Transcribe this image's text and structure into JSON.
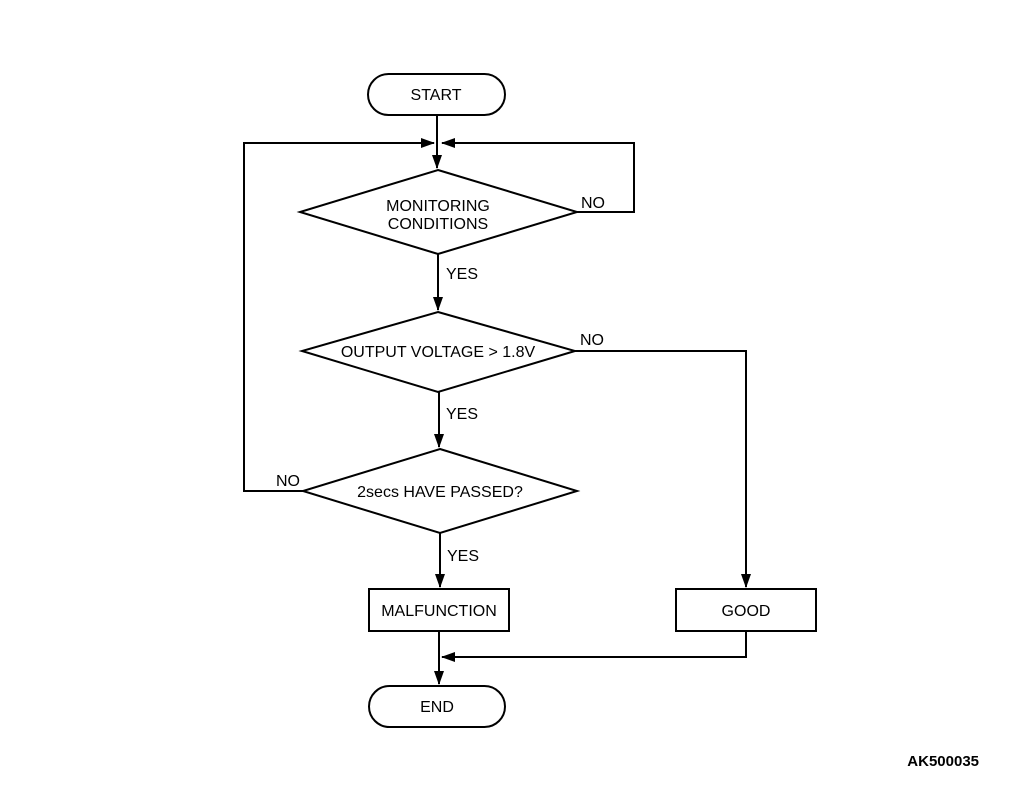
{
  "figure_code": "AK500035",
  "colors": {
    "stroke": "#000000",
    "background": "#ffffff"
  },
  "flowchart": {
    "start": {
      "label": "START"
    },
    "decision_monitoring": {
      "line1": "MONITORING",
      "line2": "CONDITIONS",
      "yes_label": "YES",
      "no_label": "NO"
    },
    "decision_voltage": {
      "label": "OUTPUT VOLTAGE > 1.8V",
      "yes_label": "YES",
      "no_label": "NO"
    },
    "decision_2secs": {
      "label": "2secs HAVE PASSED?",
      "yes_label": "YES",
      "no_label": "NO"
    },
    "malfunction": {
      "label": "MALFUNCTION"
    },
    "good": {
      "label": "GOOD"
    },
    "end": {
      "label": "END"
    }
  }
}
